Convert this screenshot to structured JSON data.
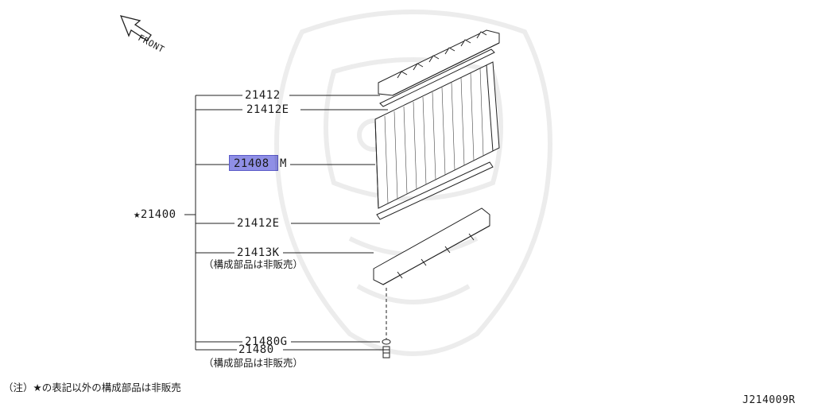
{
  "front_label": "FRONT",
  "parts": {
    "p21412": "21412",
    "p21412e_top": "21412E",
    "p21408m_a": "21408",
    "p21408m_b": "M",
    "p21400": "★21400",
    "p21412e_bottom": "21412E",
    "p21413k": "21413K",
    "p21413k_note": "（構成部品は非販売）",
    "p21480g": "21480G",
    "p21480": "21480",
    "p21480_note": "（構成部品は非販売）"
  },
  "footnote": "（注）★の表記以外の構成部品は非販売",
  "diagram_code": "J214009R",
  "highlight_color": "#8f8fe6"
}
